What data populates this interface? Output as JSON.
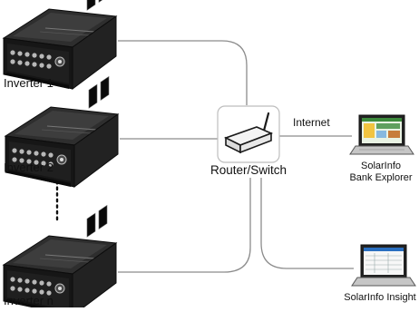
{
  "inverters": [
    {
      "label": "Inverter 1"
    },
    {
      "label": "Inverter 2"
    },
    {
      "label": "Inverter n"
    }
  ],
  "router": {
    "label": "Router/Switch"
  },
  "internet": {
    "label": "Internet"
  },
  "explorer": {
    "line1": "SolarInfo",
    "line2": "Bank Explorer"
  },
  "insight": {
    "label": "SolarInfo Insight"
  },
  "colors": {
    "line": "#8c8c8c",
    "device_body": "#2a2a2a",
    "device_front": "#131313",
    "router_box": "#ffffff"
  }
}
